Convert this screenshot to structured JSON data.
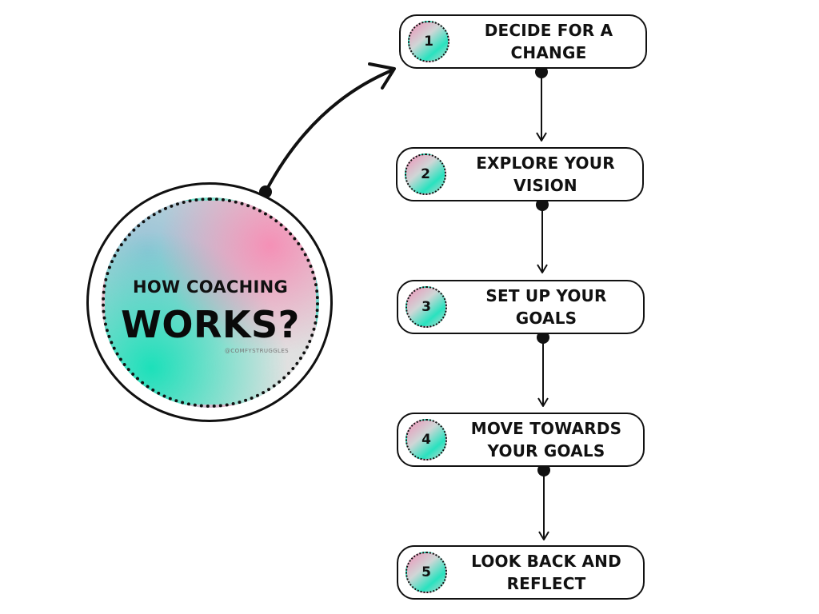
{
  "hub": {
    "line1": "HOW COACHING",
    "line2": "WORKS?",
    "credit": "@COMFYSTRUGGLES"
  },
  "steps": [
    {
      "number": "1",
      "label": "DECIDE FOR A CHANGE"
    },
    {
      "number": "2",
      "label": "EXPLORE YOUR VISION"
    },
    {
      "number": "3",
      "label": "SET UP YOUR GOALS"
    },
    {
      "number": "4",
      "label": "MOVE TOWARDS YOUR GOALS"
    },
    {
      "number": "5",
      "label": "LOOK BACK AND REFLECT"
    }
  ],
  "colors": {
    "outline": "#111111",
    "pink": "#f08fb6",
    "teal": "#29e2bf",
    "background": "#ffffff"
  }
}
